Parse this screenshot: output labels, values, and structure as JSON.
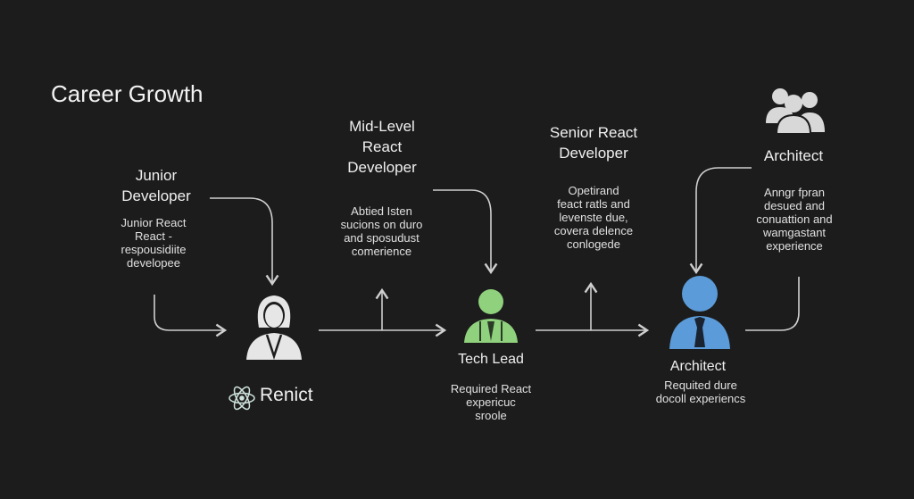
{
  "title": "Career Growth",
  "stages": {
    "junior": {
      "title": "Junior\nDeveloper",
      "desc": "Junior React\nReact -\nrespousidiite\ndevelopee"
    },
    "mid": {
      "title": "Mid-Level\nReact\nDeveloper",
      "desc": "Abtied Isten\nsucions on duro\nand sposudust\ncomerience"
    },
    "senior": {
      "title": "Senior React\nDeveloper",
      "desc": "Opetirand\nfeact ratls and\nlevenste due,\ncovera delence\nconlogede"
    },
    "architect_top": {
      "title": "Architect",
      "desc": "Anngr fpran\ndesued and\nconuattion and\nwamgastant\nexperience"
    },
    "tech_lead": {
      "title": "Tech Lead",
      "desc": "Required React\nexpericuc\nsroole"
    },
    "architect_bottom": {
      "title": "Architect",
      "desc": "Requited dure\ndocoll experiencs"
    }
  },
  "logo": {
    "label": "Renict",
    "icon": "react-atom-icon"
  },
  "colors": {
    "background": "#1c1c1c",
    "tech_lead": "#8fd17c",
    "architect": "#5b9bd9",
    "junior": "#e6e6e6"
  }
}
